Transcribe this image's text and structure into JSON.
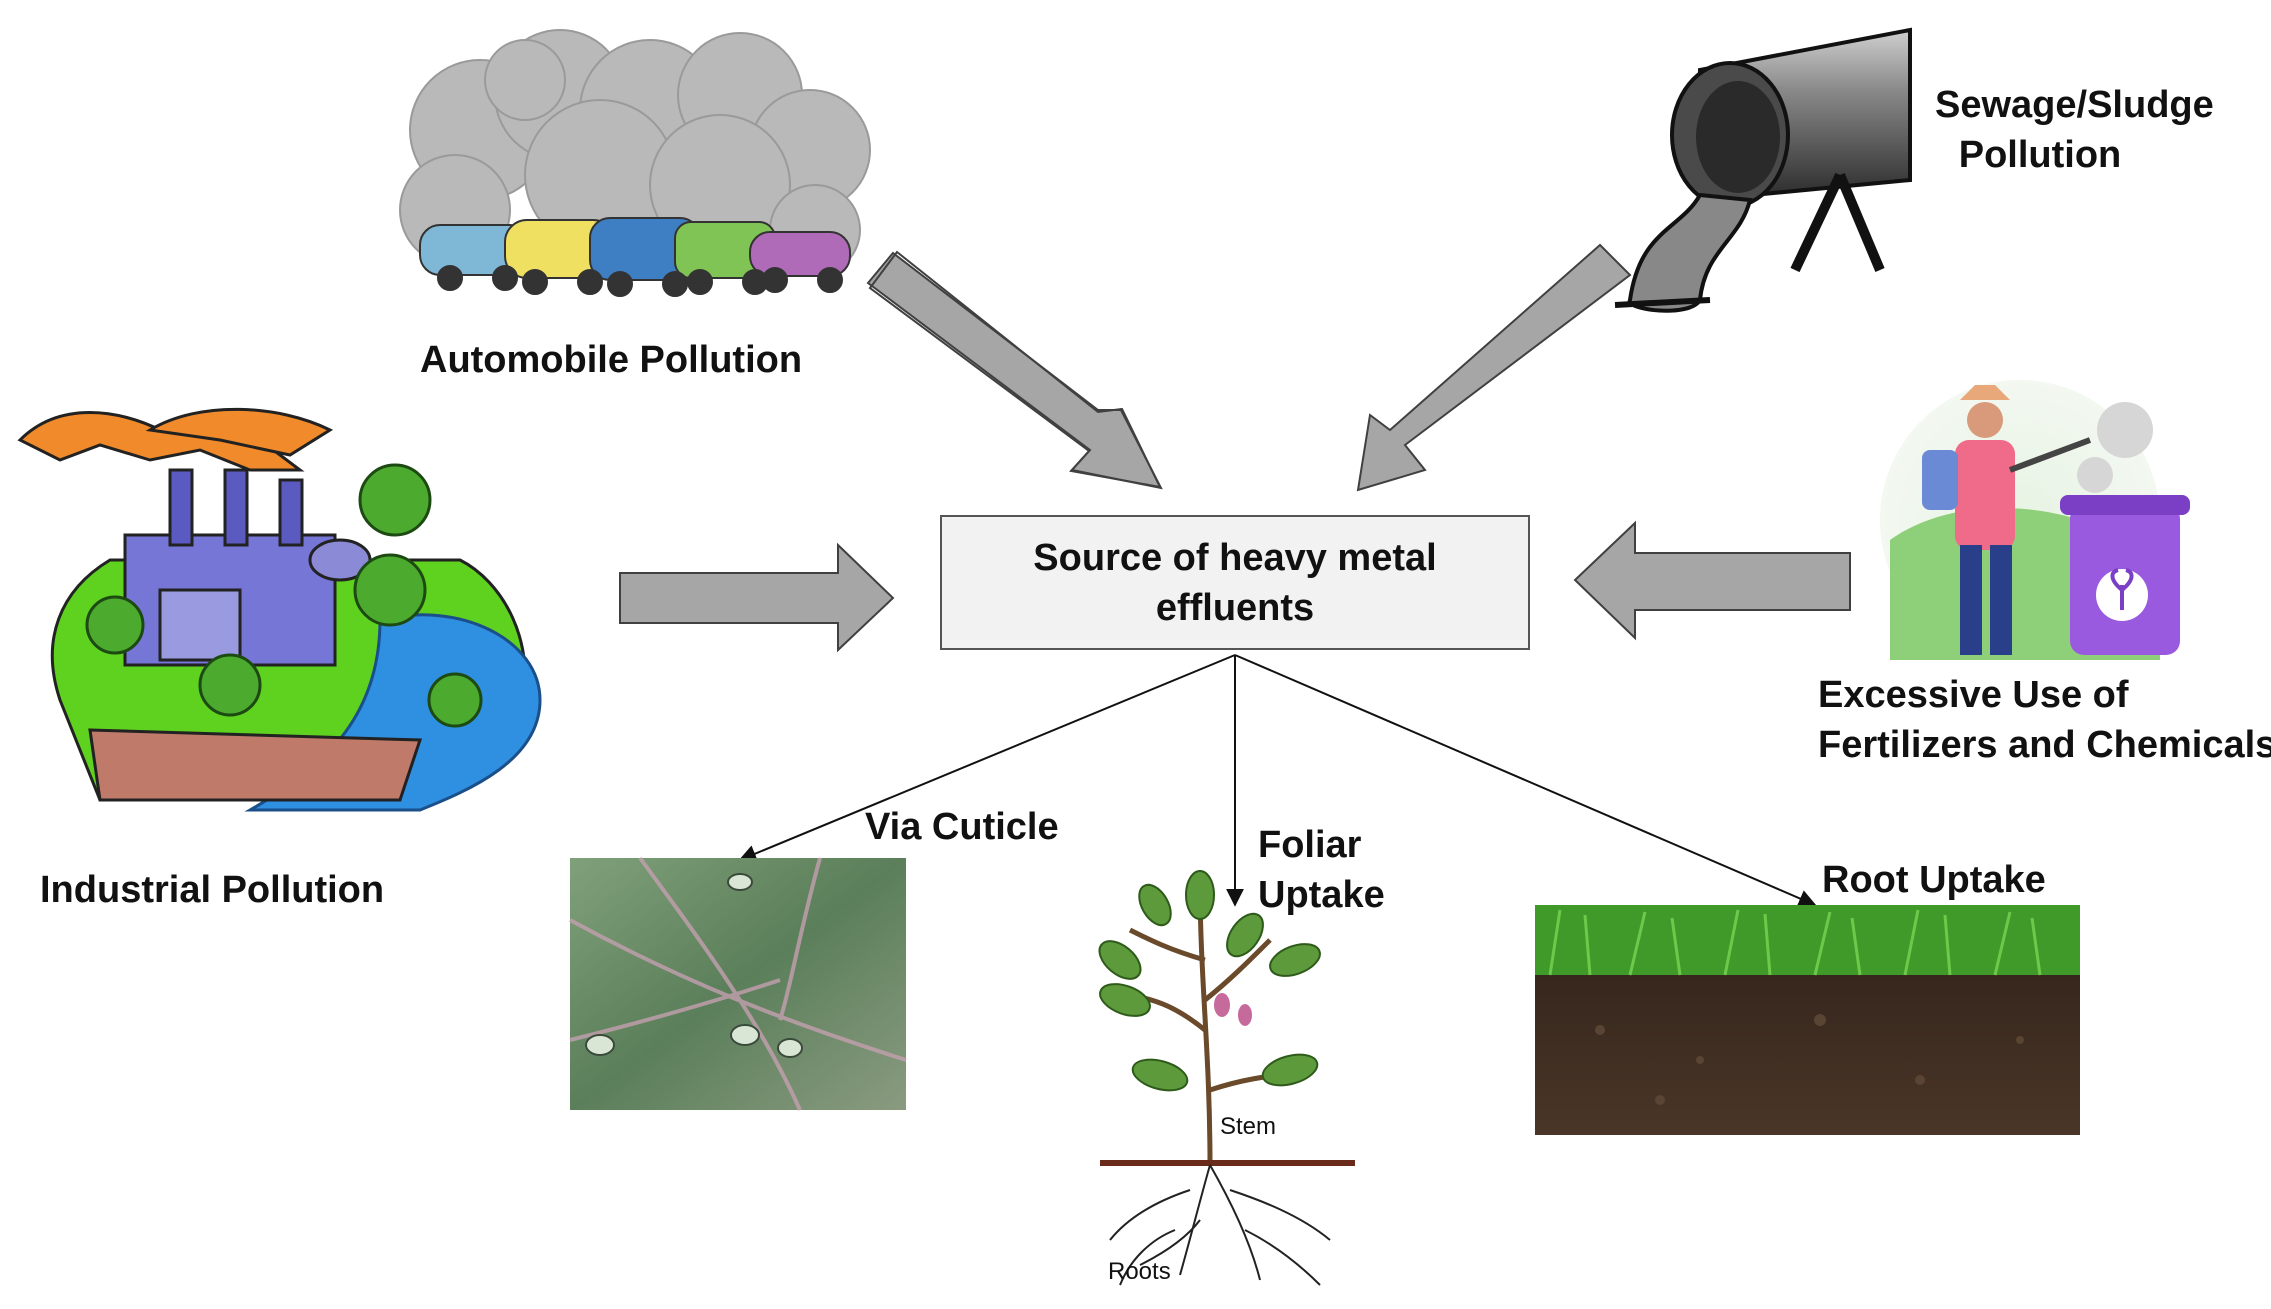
{
  "center": {
    "label": "Source of heavy metal effluents"
  },
  "sources": {
    "automobile": "Automobile Pollution",
    "sewage_line1": "Sewage/Sludge",
    "sewage_line2": "Pollution",
    "industrial": "Industrial Pollution",
    "fertilizer_line1": "Excessive Use of",
    "fertilizer_line2": "Fertilizers and Chemicals"
  },
  "pathways": {
    "cuticle": "Via Cuticle",
    "foliar_line1": "Foliar",
    "foliar_line2": "Uptake",
    "root": "Root Uptake"
  },
  "plant_labels": {
    "stem": "Stem",
    "roots": "Roots"
  },
  "colors": {
    "arrow_fill": "#a6a6a6",
    "arrow_stroke": "#404040",
    "box_fill": "#f2f2f2",
    "grass": "#3f9a2a",
    "soil": "#3b2a20",
    "leaf": "#4f8a3f",
    "cloud": "#b8b8b8",
    "pipe": "#3a3a3a"
  }
}
